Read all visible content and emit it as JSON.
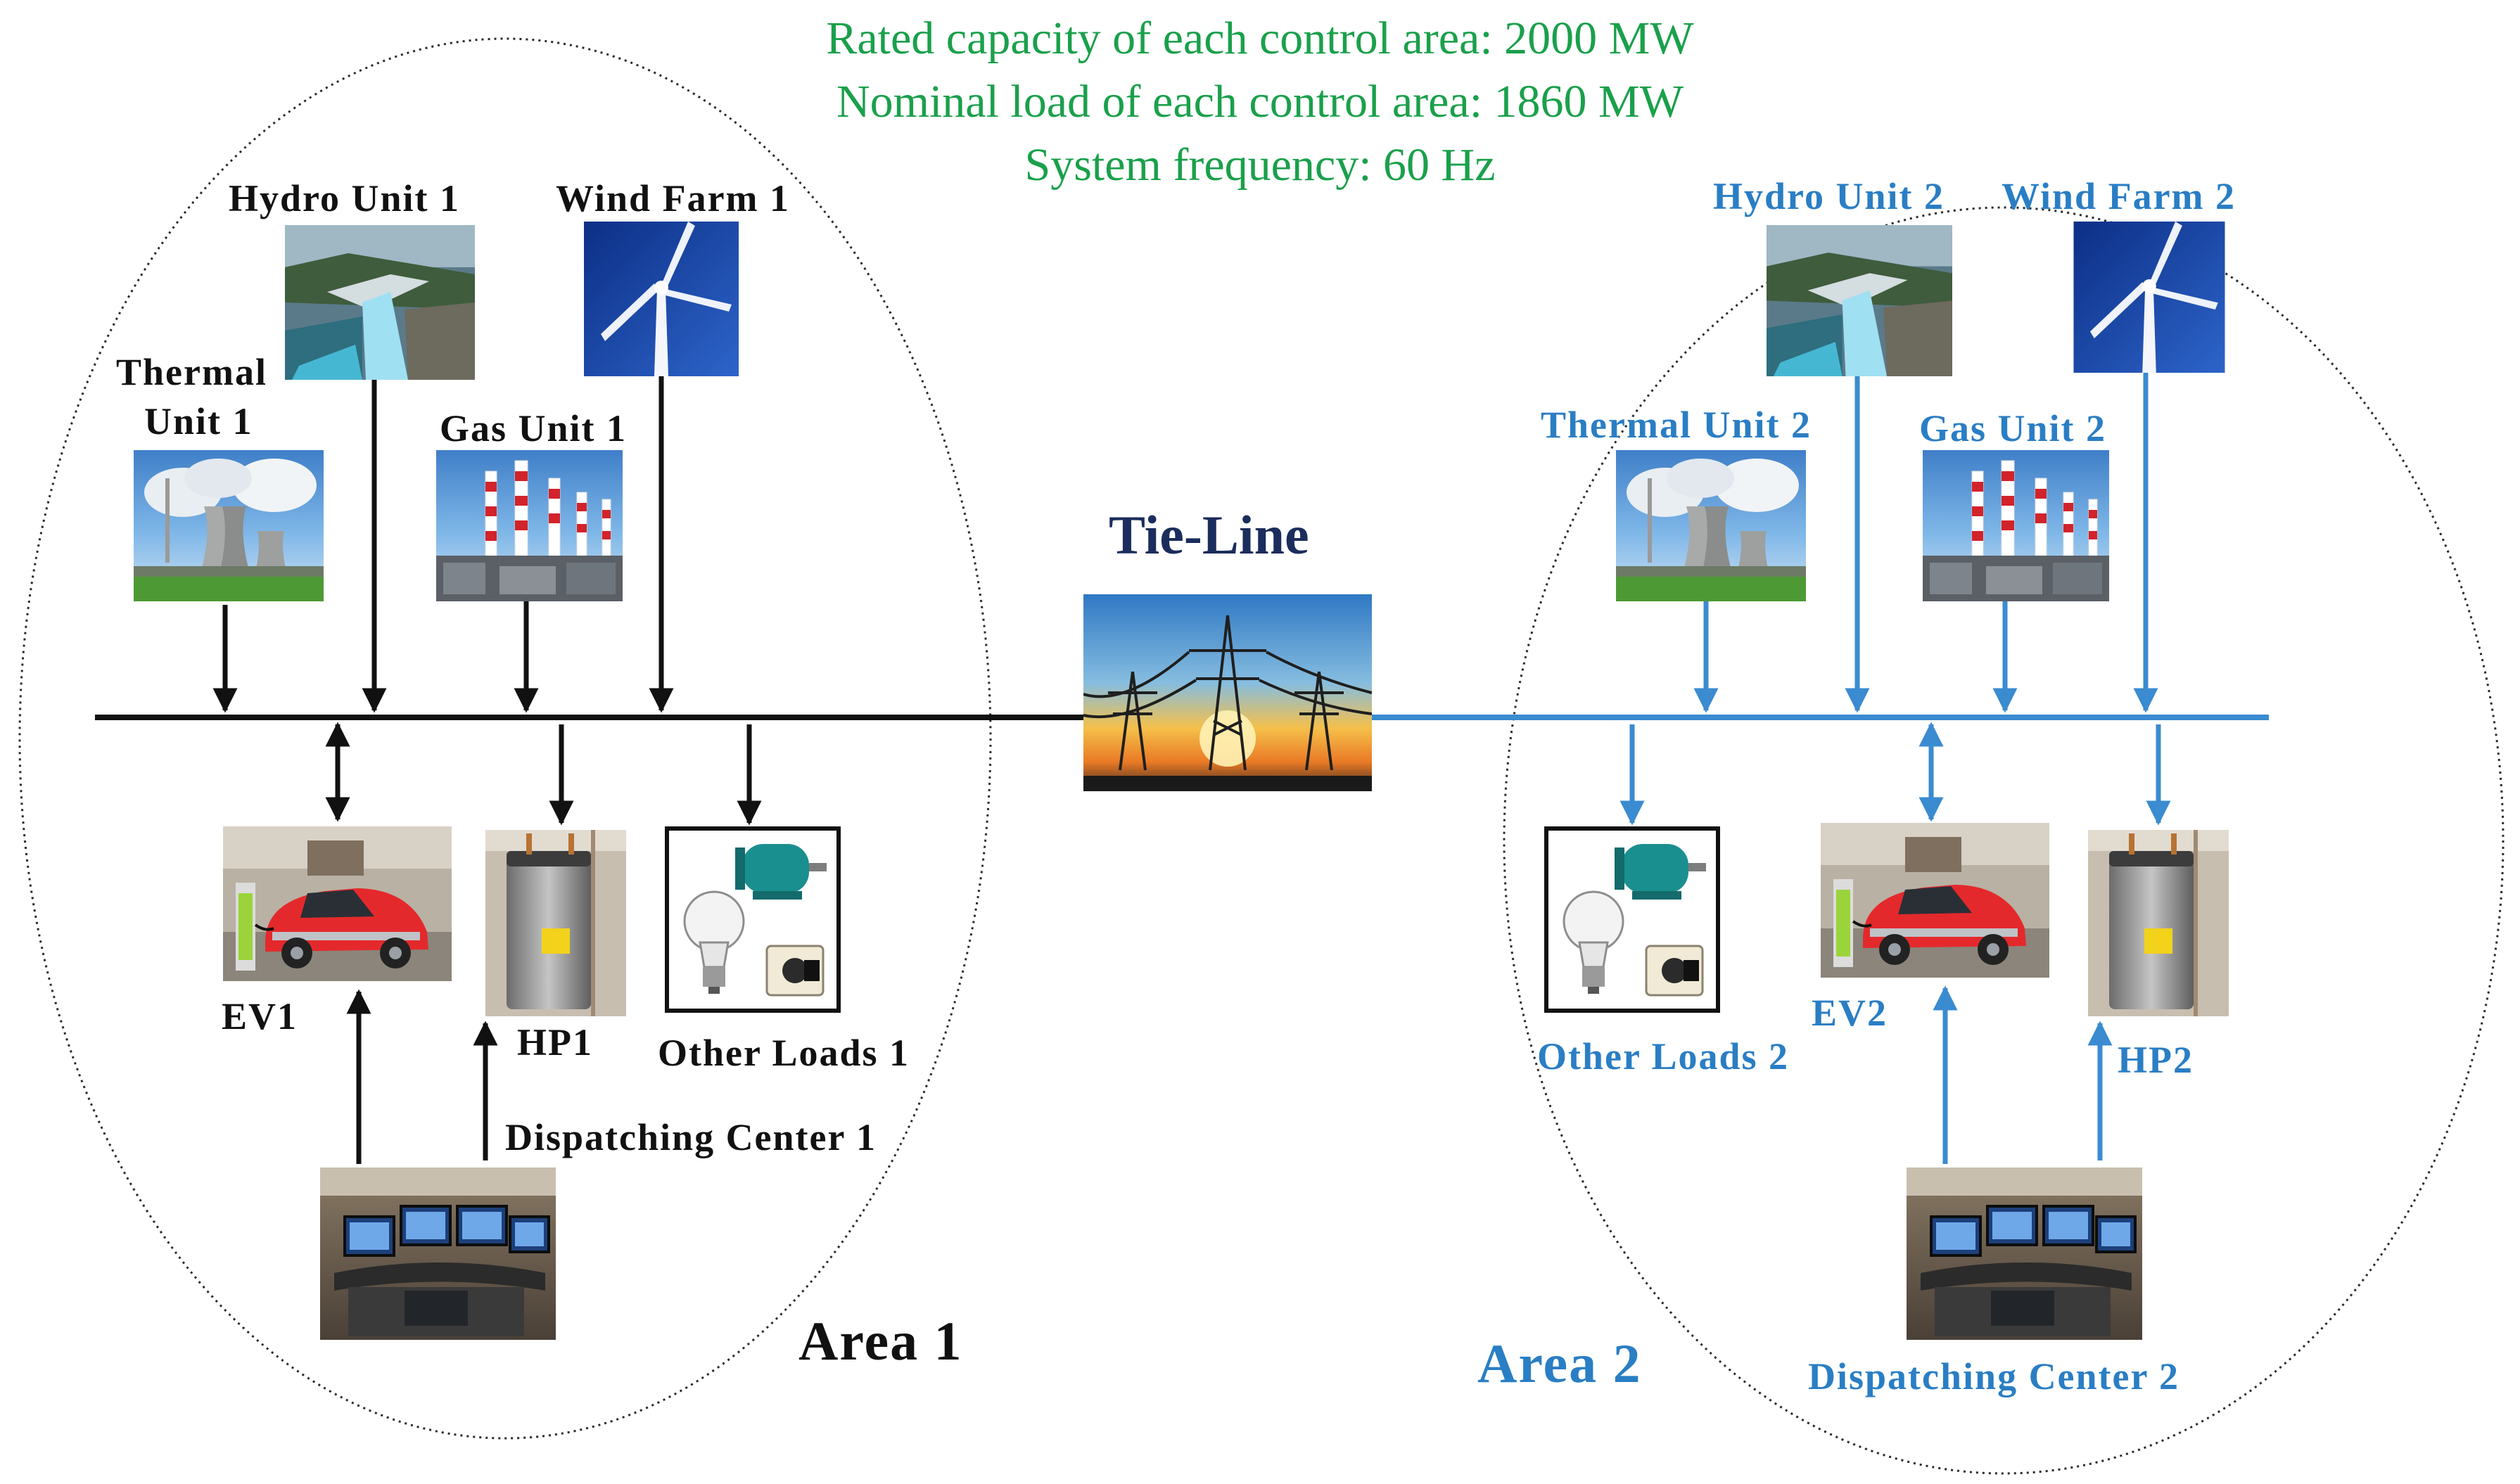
{
  "header": {
    "rated_capacity": "Rated capacity of each control area: 2000 MW",
    "nominal_load": "Nominal load of each control area: 1860 MW",
    "system_frequency": "System frequency: 60 Hz"
  },
  "tie_line": {
    "label": "Tie-Line"
  },
  "area1": {
    "title": "Area 1",
    "hydro": "Hydro Unit 1",
    "wind": "Wind Farm 1",
    "thermal_line1": "Thermal",
    "thermal_line2": "Unit 1",
    "gas": "Gas Unit 1",
    "ev": "EV1",
    "hp": "HP1",
    "other_loads": "Other Loads 1",
    "dispatch": "Dispatching Center 1"
  },
  "area2": {
    "title": "Area 2",
    "hydro": "Hydro Unit 2",
    "wind": "Wind Farm 2",
    "thermal": "Thermal Unit 2",
    "gas": "Gas Unit 2",
    "ev": "EV2",
    "hp": "HP2",
    "other_loads": "Other Loads 2",
    "dispatch": "Dispatching Center 2"
  },
  "colors": {
    "area1": "#111111",
    "area2": "#3a8bd0",
    "info_text": "#1aa04b",
    "tie_label": "#1b2d5c"
  },
  "icons": [
    "hydro-dam-icon",
    "wind-turbine-icon",
    "thermal-plant-icon",
    "gas-plant-icon",
    "electric-vehicle-icon",
    "heat-pump-icon",
    "motor-icon",
    "light-bulb-icon",
    "socket-icon",
    "transmission-tower-icon",
    "control-room-icon"
  ]
}
